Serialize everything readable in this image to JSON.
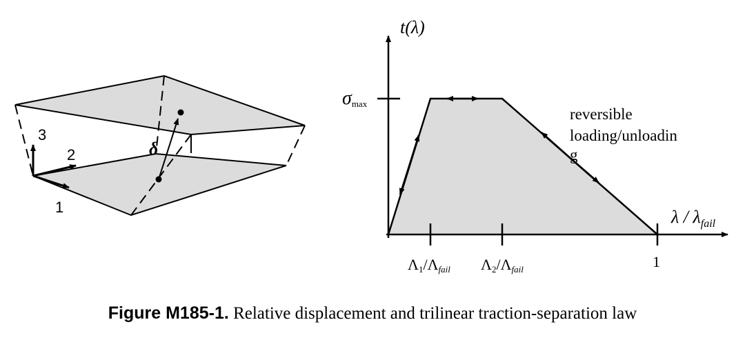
{
  "left_diagram": {
    "axis_1": "1",
    "axis_2": "2",
    "axis_3": "3",
    "delta": "δ"
  },
  "right_chart": {
    "y_axis_label": "t(λ)",
    "x_axis_label": "λ / λ",
    "x_axis_label_sub": "fail",
    "sigma": "σ",
    "sigma_sub": "max",
    "tick1_main": "Λ",
    "tick1_sub1": "1",
    "tick1_slash": "/Λ",
    "tick1_sub2": "fail",
    "tick2_main": "Λ",
    "tick2_sub1": "2",
    "tick2_slash": "/Λ",
    "tick2_sub2": "fail",
    "tick3": "1",
    "annotation_line1": "reversible",
    "annotation_line2": "loading/unloadin",
    "annotation_line3": "g"
  },
  "caption": {
    "label": "Figure M185-1.",
    "text": " Relative displacement and trilinear traction-separation law"
  }
}
